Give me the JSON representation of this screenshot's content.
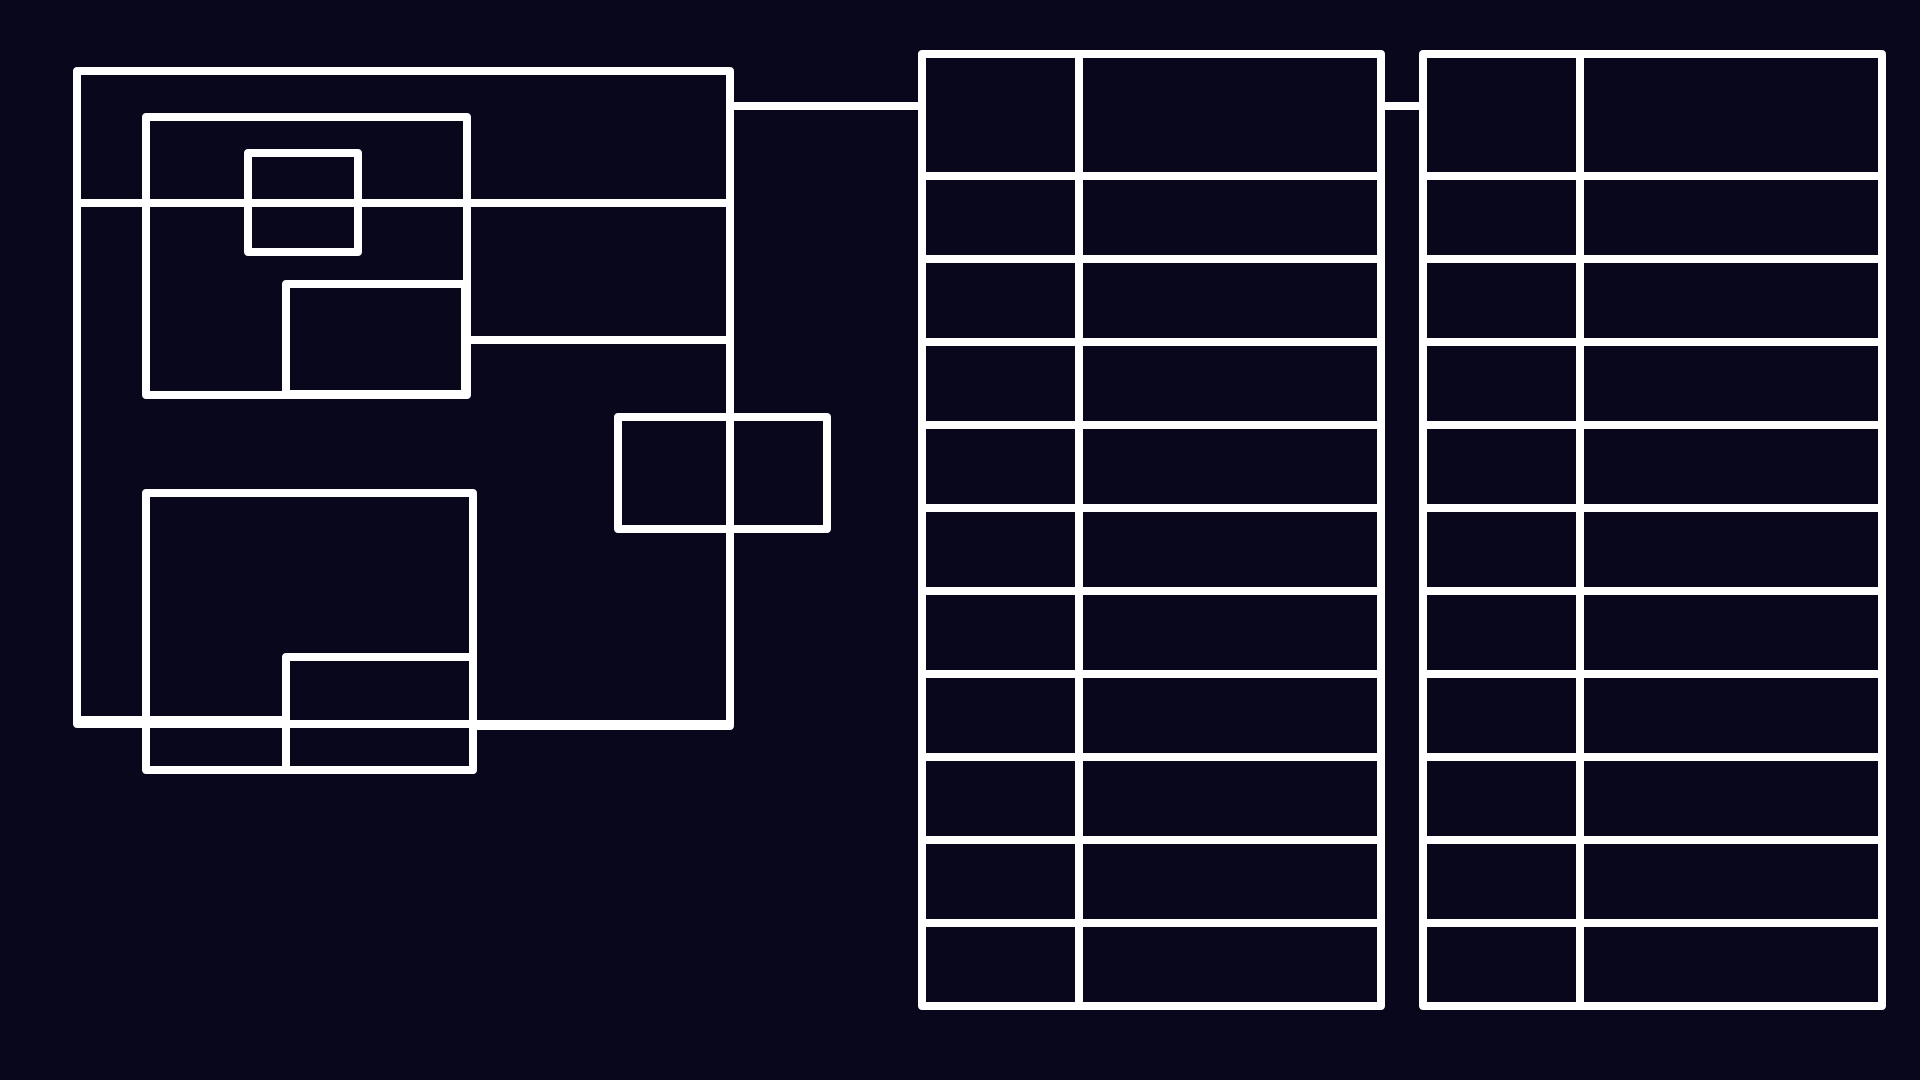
{
  "colors": {
    "background": "#08071c",
    "stroke": "#ffffff"
  },
  "diagram": {
    "left_schematic": {
      "outer_frame": {
        "label": ""
      },
      "upper_module": {
        "label": ""
      },
      "upper_small_box": {
        "label": ""
      },
      "upper_inner_box": {
        "label": ""
      },
      "lower_module": {
        "label": ""
      },
      "lower_inner_box": {
        "label": ""
      },
      "connector_box": {
        "label": ""
      }
    },
    "tables": [
      {
        "id": "table-1",
        "columns": 2,
        "header_rows": 1,
        "body_rows": 10,
        "header": [
          "",
          ""
        ],
        "rows": [
          [
            "",
            ""
          ],
          [
            "",
            ""
          ],
          [
            "",
            ""
          ],
          [
            "",
            ""
          ],
          [
            "",
            ""
          ],
          [
            "",
            ""
          ],
          [
            "",
            ""
          ],
          [
            "",
            ""
          ],
          [
            "",
            ""
          ],
          [
            "",
            ""
          ]
        ]
      },
      {
        "id": "table-2",
        "columns": 2,
        "header_rows": 1,
        "body_rows": 10,
        "header": [
          "",
          ""
        ],
        "rows": [
          [
            "",
            ""
          ],
          [
            "",
            ""
          ],
          [
            "",
            ""
          ],
          [
            "",
            ""
          ],
          [
            "",
            ""
          ],
          [
            "",
            ""
          ],
          [
            "",
            ""
          ],
          [
            "",
            ""
          ],
          [
            "",
            ""
          ],
          [
            "",
            ""
          ]
        ]
      }
    ]
  }
}
